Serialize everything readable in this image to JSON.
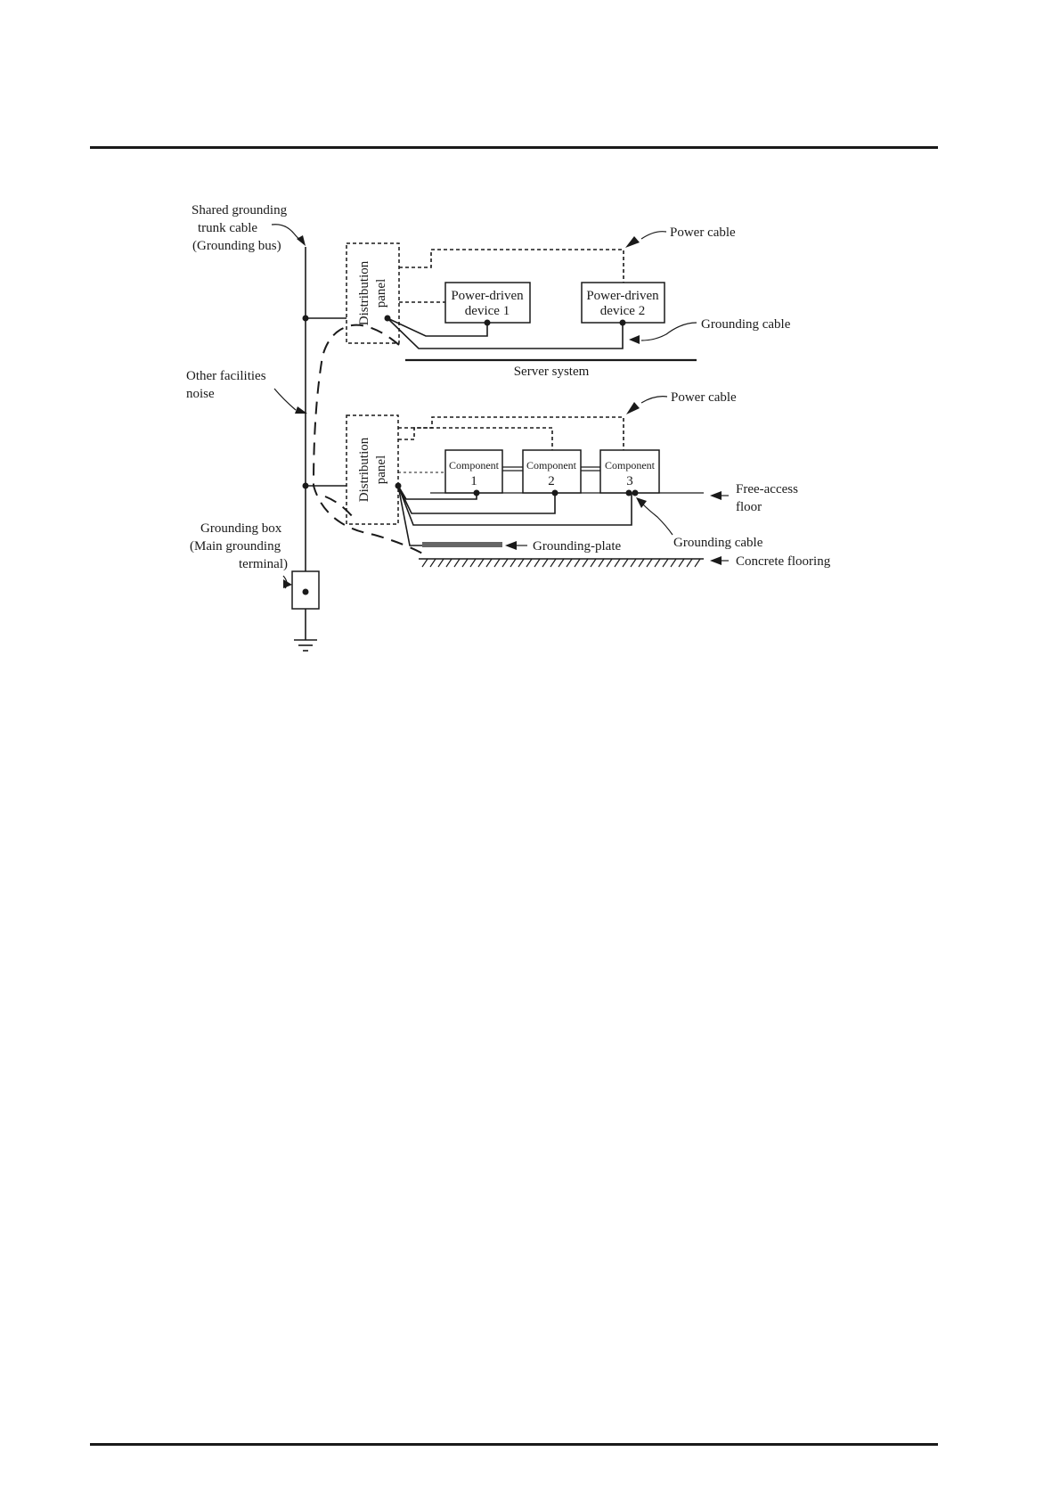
{
  "diagram": {
    "labels": {
      "shared_trunk": [
        "Shared grounding",
        "trunk cable",
        "(Grounding bus)"
      ],
      "other_noise": [
        "Other facilities",
        "noise"
      ],
      "grounding_box": [
        "Grounding box",
        "(Main grounding",
        "terminal)"
      ],
      "power_cable_top": "Power cable",
      "power_cable_bottom": "Power cable",
      "grounding_cable_top": "Grounding cable",
      "grounding_cable_bottom": "Grounding cable",
      "server_system": "Server system",
      "free_access_floor": [
        "Free-access",
        "floor"
      ],
      "grounding_plate": "Grounding-plate",
      "concrete_flooring": "Concrete flooring",
      "distribution_panel_top": [
        "Distribution",
        "panel"
      ],
      "distribution_panel_bottom": [
        "Distribution",
        "panel"
      ],
      "device1": [
        "Power-driven",
        "device 1"
      ],
      "device2": [
        "Power-driven",
        "device 2"
      ],
      "component1": [
        "Component",
        "1"
      ],
      "component2": [
        "Component",
        "2"
      ],
      "component3": [
        "Component",
        "3"
      ]
    }
  }
}
